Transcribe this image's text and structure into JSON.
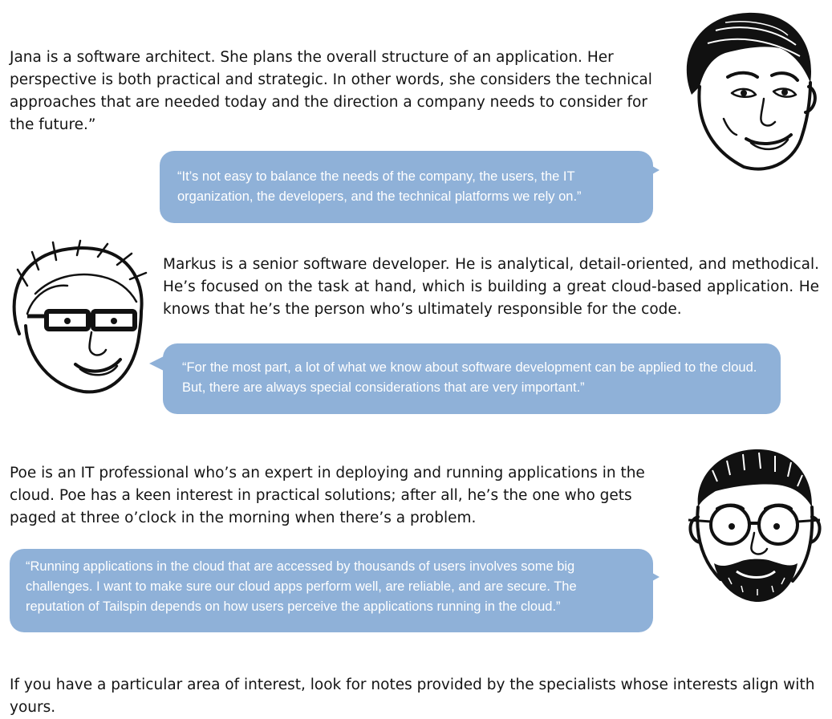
{
  "jana": {
    "description": "Jana is a software architect. She plans the overall structure of an application. Her perspective is both practical and strategic. In other words, she considers the technical approaches that are needed today and the direction a company needs to consider for the future.”",
    "quote": "“It’s not easy to balance the needs of the company, the users, the IT organization, the developers, and the technical platforms we rely on.”"
  },
  "markus": {
    "description": "Markus is a senior software developer. He is analytical, detail-oriented, and methodical. He’s focused on the task at hand, which is building a great cloud-based application. He knows that he’s the person who’s ultimately responsible for the code.",
    "quote": "“For the most part, a lot of what we know about software development can be applied to the cloud. But, there are always special considerations that are very important.”"
  },
  "poe": {
    "description": "Poe is an IT professional who’s an expert in deploying and running applications in the cloud. Poe has a keen interest in practical solutions; after all, he’s the one who gets paged at three o’clock in the morning when there’s a problem.",
    "quote": "“Running applications in the cloud that are accessed by thousands of users involves some big challenges. I want to make sure our cloud apps perform well, are reliable, and are secure. The reputation of Tailspin depends on how users perceive the applications running in the cloud.”"
  },
  "closing": "If you have a particular area of interest, look for notes provided by the specialists whose interests align with yours.",
  "colors": {
    "bubble": "#8fb1d8",
    "bubble_text": "#ffffff",
    "ink": "#111111"
  },
  "icons": [
    "jana-portrait-icon",
    "markus-portrait-icon",
    "poe-portrait-icon"
  ]
}
